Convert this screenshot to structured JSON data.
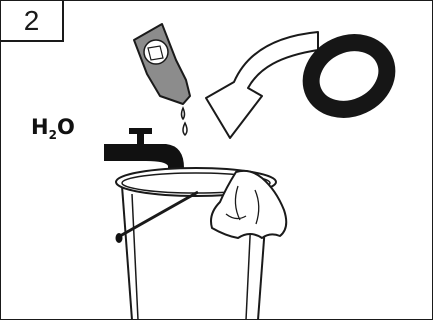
{
  "step": {
    "number": "2"
  },
  "formula": {
    "element": "H",
    "subscript": "2",
    "suffix": "O"
  },
  "colors": {
    "ink": "#111111",
    "bottle": "#8c8c8c",
    "ring": "#161616",
    "background": "#ffffff"
  }
}
